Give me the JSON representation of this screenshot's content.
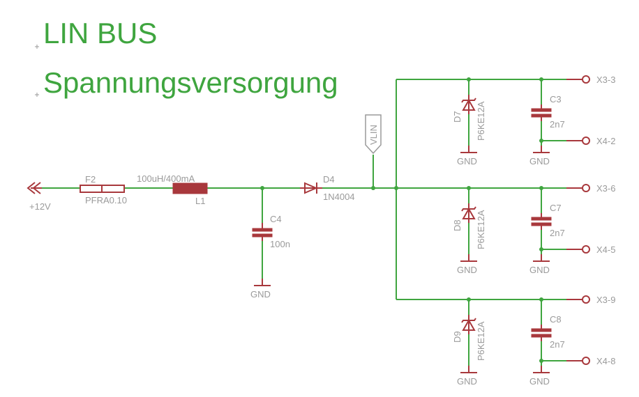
{
  "title": {
    "line1": "LIN BUS",
    "line2": "Spannungsversorgung"
  },
  "colors": {
    "wire": "#3fa53f",
    "part": "#a8383c",
    "text": "#9a9a9a",
    "title": "#3fa53f"
  },
  "supply": {
    "label": "+12V"
  },
  "fuse": {
    "name": "F2",
    "value": "PFRA0.10"
  },
  "inductor": {
    "name": "L1",
    "value": "100uH/400mA"
  },
  "cap_input": {
    "name": "C4",
    "value": "100n",
    "gnd": "GND"
  },
  "diode": {
    "name": "D4",
    "value": "1N4004"
  },
  "net_label": "VLIN",
  "rows": [
    {
      "tvs": "D7",
      "tvs_value": "P6KE12A",
      "cap": "C3",
      "cap_value": "2n7",
      "conn_top": "X3-3",
      "conn_bottom": "X4-2",
      "gnd_tvs": "GND",
      "gnd_cap": "GND"
    },
    {
      "tvs": "D8",
      "tvs_value": "P6KE12A",
      "cap": "C7",
      "cap_value": "2n7",
      "conn_top": "X3-6",
      "conn_bottom": "X4-5",
      "gnd_tvs": "GND",
      "gnd_cap": "GND"
    },
    {
      "tvs": "D9",
      "tvs_value": "P6KE12A",
      "cap": "C8",
      "cap_value": "2n7",
      "conn_top": "X3-9",
      "conn_bottom": "X4-8",
      "gnd_tvs": "GND",
      "gnd_cap": "GND"
    }
  ]
}
